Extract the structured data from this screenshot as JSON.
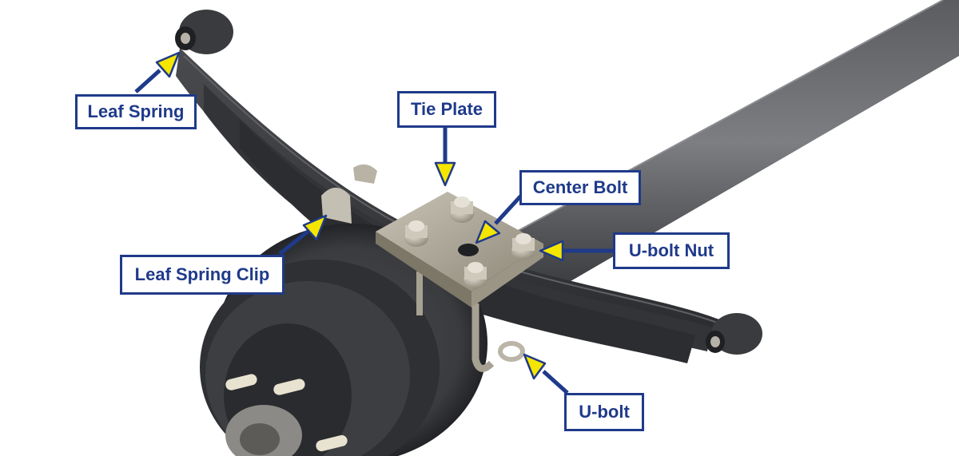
{
  "diagram": {
    "labels": {
      "leaf_spring": "Leaf Spring",
      "tie_plate": "Tie Plate",
      "center_bolt": "Center Bolt",
      "u_bolt_nut": "U-bolt Nut",
      "leaf_spring_clip": "Leaf Spring Clip",
      "u_bolt": "U-bolt"
    },
    "colors": {
      "label_border": "#1f3a8a",
      "label_text": "#1f3a8a",
      "arrow_fill": "#f5e600",
      "arrow_line": "#1f3a8a",
      "metal_dark": "#3a3b3e",
      "metal_plate": "#a8a296"
    }
  }
}
